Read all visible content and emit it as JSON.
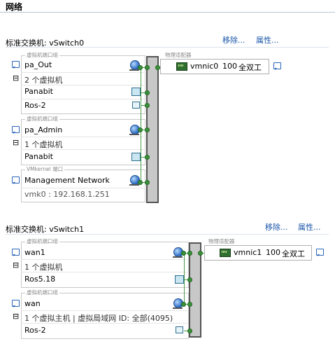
{
  "page": {
    "title": "网络"
  },
  "switches": [
    {
      "title": "标准交换机: vSwitch0",
      "move_label": "移除...",
      "props_label": "属性...",
      "groups": [
        {
          "label": "虚拟机端口组",
          "name": "pa_Out",
          "count": "2 个虚拟机",
          "toggle": "⊟",
          "vms": [
            "Panabit",
            "Ros-2"
          ]
        },
        {
          "label": "虚拟机端口组",
          "name": "pa_Admin",
          "count": "1 个虚拟机",
          "toggle": "⊟",
          "vms": [
            "Panabit"
          ]
        },
        {
          "label": "VMkernel 端口",
          "name": "Management Network",
          "detail": "vmk0 : 192.168.1.251"
        }
      ],
      "adapter": {
        "label": "物理适配器",
        "nic": "vmnic0",
        "speed": "100",
        "duplex": "全双工"
      }
    },
    {
      "title": "标准交换机: vSwitch1",
      "move_label": "移除...",
      "props_label": "属性...",
      "groups": [
        {
          "label": "虚拟机端口组",
          "name": "wan1",
          "count": "1 个虚拟机",
          "toggle": "⊟",
          "vms": [
            "Ros5.18"
          ]
        },
        {
          "label": "虚拟机端口组",
          "name": "wan",
          "count": "1 个虚拟主机 | 虚拟局域网 ID: 全部(4095)",
          "toggle": "⊟",
          "vms": [
            "Ros-2"
          ]
        }
      ],
      "adapter": {
        "label": "物理适配器",
        "nic": "vmnic1",
        "speed": "100",
        "duplex": "全双工"
      }
    }
  ],
  "icons": {
    "comment": "comment-bubble-icon",
    "globe": "network-globe-icon",
    "vm_on": "vm-powered-on-icon",
    "vm": "vm-icon",
    "nic": "physical-nic-icon"
  },
  "colors": {
    "link": "#1a55a8",
    "connector": "#3c8f3c",
    "switch_bar": "#c8c8c8"
  }
}
